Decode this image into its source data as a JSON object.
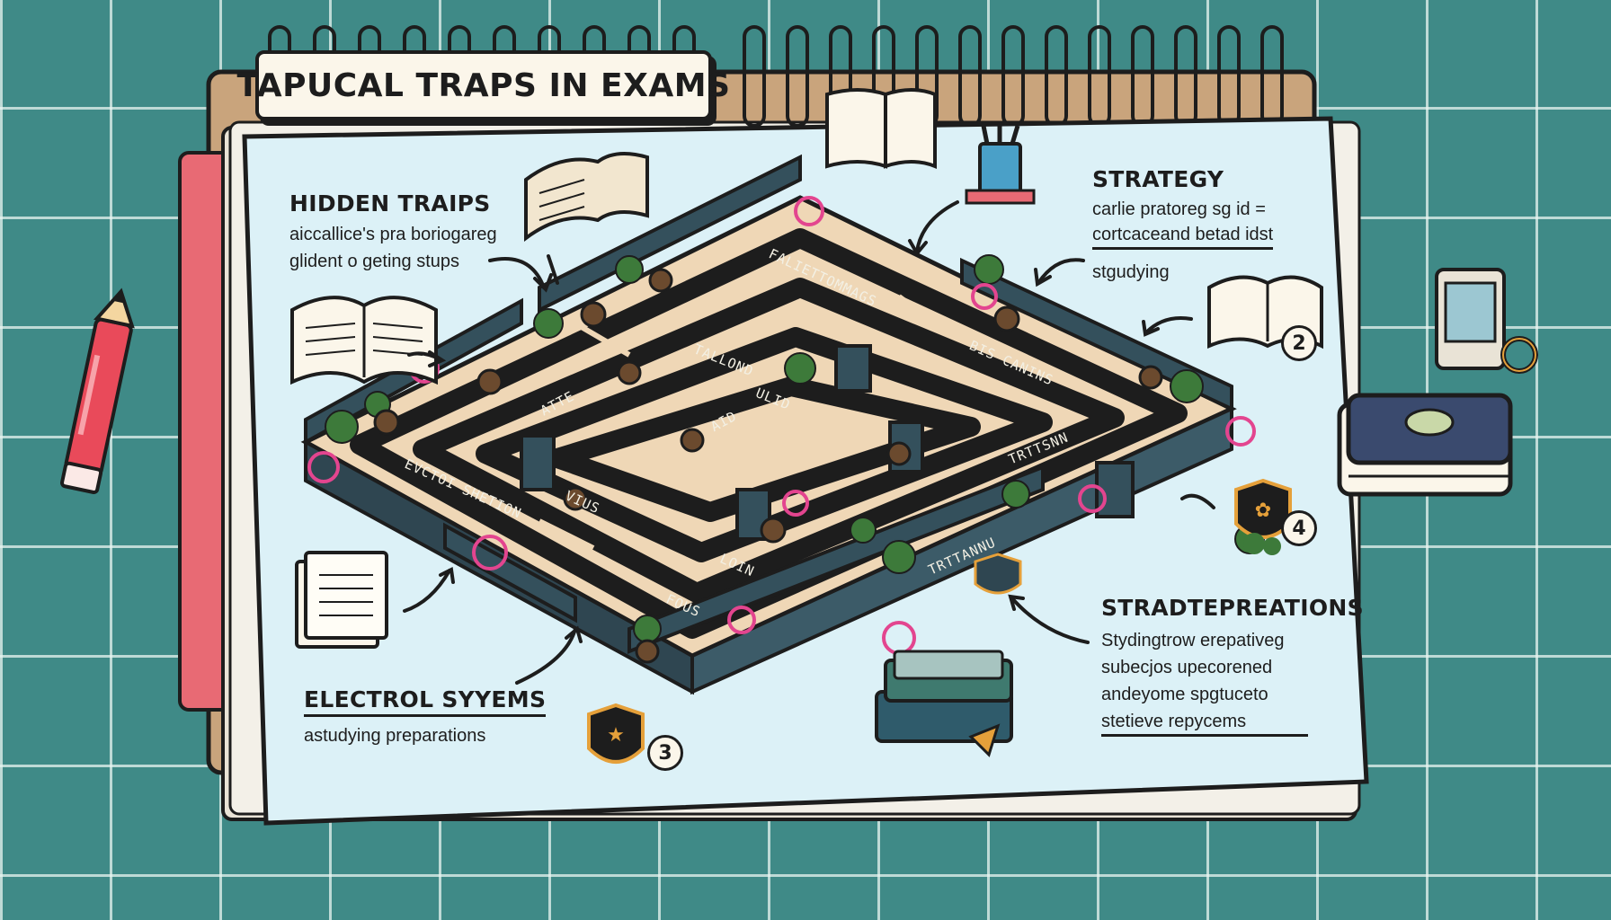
{
  "title": "TAPUCAL TRAPS IN EXAMS",
  "sections": {
    "hidden_traps": {
      "heading": "HIDDEN TRAIPS",
      "lines": [
        "aiccallice's pra boriogareg",
        "glident o geting stups"
      ]
    },
    "strategy": {
      "heading": "STRATEGY",
      "lines": [
        "carlie pratoreg sg id =",
        "cortcaceand betad idst",
        "stgudying"
      ]
    },
    "electrol": {
      "heading": "ELECTROL SYYEMS",
      "lines": [
        "astudying preparations"
      ]
    },
    "stradtepreations": {
      "heading": "STRADTEPREATIONS",
      "lines": [
        "Stydingtrow erepativeg",
        "subecjos upecorened",
        "andeyome spgtuceto",
        "stetieve repycems"
      ]
    }
  },
  "badges": [
    "2",
    "3",
    "4"
  ],
  "maze_labels": [
    "FALIETTOMMAGS",
    "TALLOND",
    "BIS CANINS",
    "ATTE",
    "EVCTOI SHETION",
    "VIUS",
    "AID",
    "ULID",
    "TRTTSNN",
    "LOIN",
    "FOUS",
    "TRTTANNU"
  ],
  "icons": [
    "book-icon",
    "pencil-icon",
    "tablet-icon",
    "shield-icon",
    "notebook-icon"
  ],
  "colors": {
    "background": "#3f8a87",
    "page": "#dcf1f7",
    "binder": "#c9a47c",
    "maze_wall": "#34505c",
    "maze_path": "#efd7b6",
    "accent_pink": "#e3458f",
    "foliage": "#3d7a3a",
    "pencil": "#e94a5a"
  }
}
